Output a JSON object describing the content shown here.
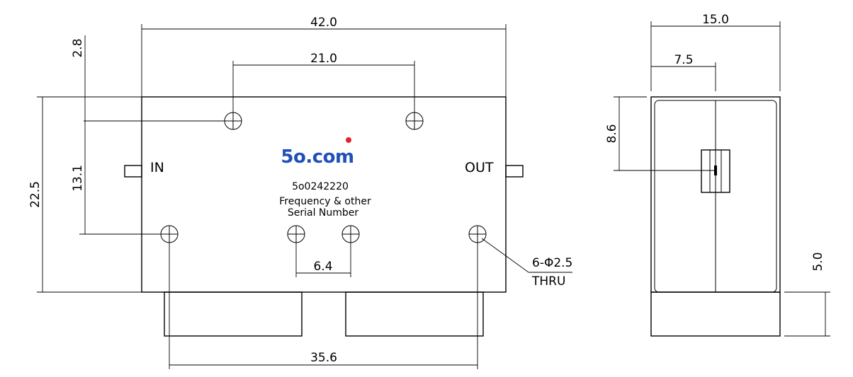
{
  "front_view": {
    "width_dim": "42.0",
    "top_hole_spacing_dim": "21.0",
    "top_offset_dim": "2.8",
    "hole_row_spacing_dim": "13.1",
    "height_dim": "22.5",
    "center_hole_spacing_dim": "6.4",
    "bottom_hole_spacing_dim": "35.6",
    "hole_callout_line1": "6-Φ2.5",
    "hole_callout_line2": "THRU",
    "in_port_label": "IN",
    "out_port_label": "OUT",
    "logo_text": "5o.com",
    "part_number": "5o0242220",
    "note_line1": "Frequency & other",
    "note_line2": "Serial Number"
  },
  "side_view": {
    "width_dim": "15.0",
    "half_width_dim": "7.5",
    "connector_height_dim": "8.6",
    "base_height_dim": "5.0"
  },
  "colors": {
    "logo_blue": "#1f4fb8",
    "logo_dot_red": "#e8202a",
    "line": "#000000"
  }
}
